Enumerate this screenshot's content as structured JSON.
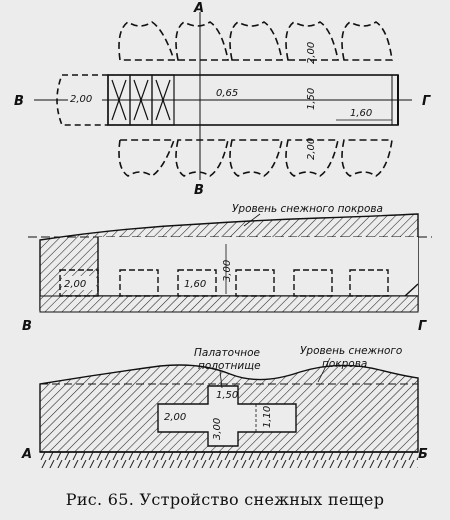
{
  "figure": {
    "caption": "Рис. 65. Устройство снежных пещер",
    "plan": {
      "section_labels": {
        "top": "А",
        "bottom": "В",
        "left": "В",
        "right": "Г"
      },
      "dims": {
        "entrance_width": "2,00",
        "corridor_gap": "0,65",
        "corridor_width": "1,50",
        "room_size_top": "2,00",
        "room_size_bottom": "2,00",
        "end_length": "1,60"
      }
    },
    "longitudinal_section": {
      "snow_label": "Уровень снежного покрова",
      "corner_left": "В",
      "corner_right": "Г",
      "dims": {
        "entrance": "2,00",
        "room_width": "1,60",
        "height": "3,00"
      }
    },
    "cross_section": {
      "tarp_label_line1": "Палаточное",
      "tarp_label_line2": "полотнище",
      "snow_label_line1": "Уровень снежного",
      "snow_label_line2": "покрова",
      "corner_left": "А",
      "corner_right": "Б",
      "dims": {
        "entrance": "2,00",
        "shaft_width": "1,50",
        "depth": "3,00",
        "room_height": "1,10"
      }
    }
  }
}
